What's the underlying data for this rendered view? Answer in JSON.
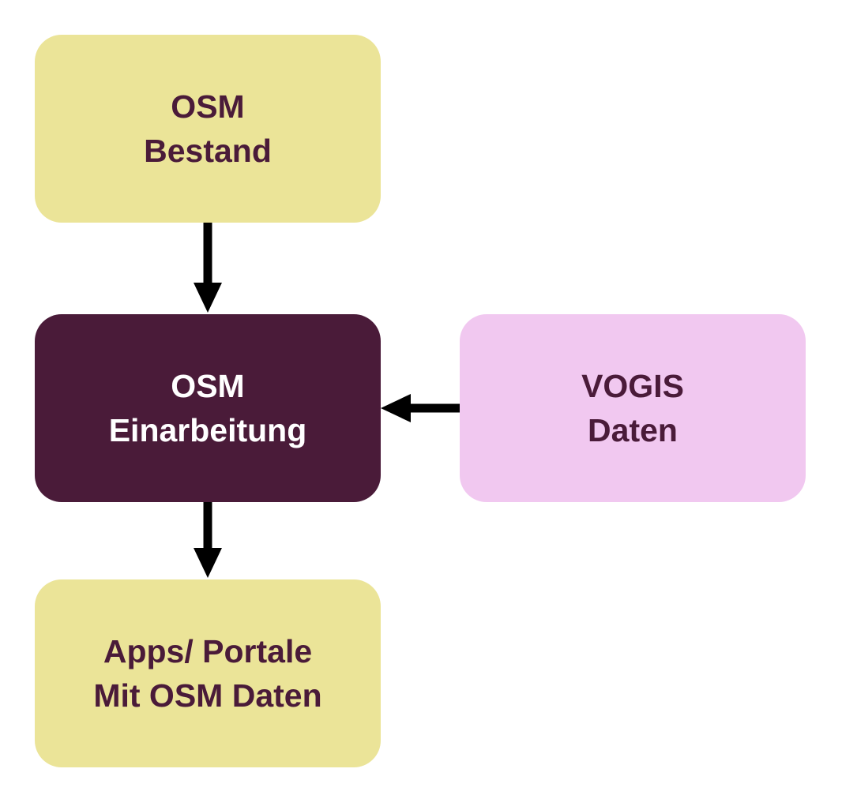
{
  "colors": {
    "yellow_box": "#ebe498",
    "dark_box": "#4a1b39",
    "pink_box": "#f1c8f0",
    "dark_text": "#4a1b39",
    "light_text": "#ffffff",
    "arrow": "#000000",
    "background": "#ffffff"
  },
  "nodes": {
    "osm_bestand": {
      "line1": "OSM",
      "line2": "Bestand"
    },
    "osm_einarbeitung": {
      "line1": "OSM",
      "line2": "Einarbeitung"
    },
    "vogis_daten": {
      "line1": "VOGIS",
      "line2": "Daten"
    },
    "apps_portale": {
      "line1": "Apps/ Portale",
      "line2": "Mit OSM Daten"
    }
  },
  "edges": [
    {
      "from": "osm_bestand",
      "to": "osm_einarbeitung"
    },
    {
      "from": "vogis_daten",
      "to": "osm_einarbeitung"
    },
    {
      "from": "osm_einarbeitung",
      "to": "apps_portale"
    }
  ]
}
